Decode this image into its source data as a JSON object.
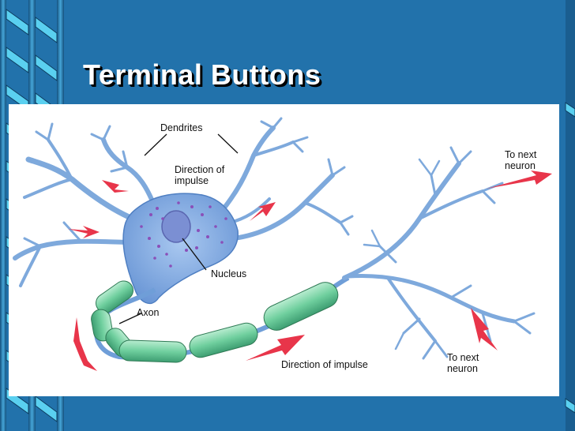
{
  "slide": {
    "title": "Terminal Buttons",
    "background_color": "#2272ab",
    "title_color": "#ffffff"
  },
  "diagram": {
    "labels": {
      "dendrites": "Dendrites",
      "direction_top_1": "Direction of",
      "direction_top_2": "impulse",
      "nucleus": "Nucleus",
      "axon": "Axon",
      "direction_bottom": "Direction of impulse",
      "next_top_1": "To next",
      "next_top_2": "neuron",
      "next_bottom_1": "To next",
      "next_bottom_2": "neuron"
    },
    "colors": {
      "neuron_blue": "#8ab4e0",
      "myelin_green": "#7fcfa8",
      "arrow_red": "#e8354a",
      "nucleus_purple": "#8a6bc0"
    },
    "icons": [
      "arrow-icon",
      "neuron-illustration"
    ]
  }
}
